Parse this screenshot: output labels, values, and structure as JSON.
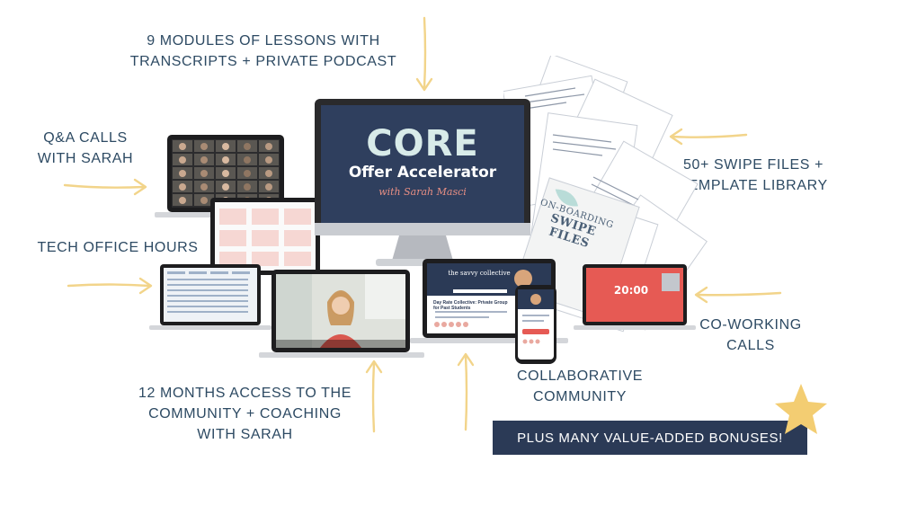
{
  "labels": {
    "modules": [
      "9 MODULES OF LESSONS WITH",
      "TRANSCRIPTS  + PRIVATE PODCAST"
    ],
    "qa_calls": [
      "Q&A CALLS",
      "WITH SARAH"
    ],
    "tech_hours": "TECH OFFICE HOURS",
    "swipe_files": [
      "50+ SWIPE FILES +",
      "TEMPLATE LIBRARY"
    ],
    "coworking": [
      "CO-WORKING",
      "CALLS"
    ],
    "community_access": [
      "12 MONTHS ACCESS TO THE",
      "COMMUNITY + COACHING",
      "WITH SARAH"
    ],
    "collaborative": [
      "COLLABORATIVE",
      "COMMUNITY"
    ],
    "bonus": "PLUS MANY VALUE-ADDED BONUSES!"
  },
  "monitor": {
    "title": "CORE",
    "subtitle": "Offer Accelerator",
    "signature": "with Sarah Masci"
  },
  "swipe_doc": {
    "line1": "ON-BOARDING",
    "line2": "SWIPE FILES"
  },
  "timer": "20:00",
  "community_screen": {
    "brand": "the savvy collective",
    "group_title": "Day Rate Collective: Private Group for Past Students"
  },
  "colors": {
    "text": "#2d4a63",
    "navy": "#2b3a56",
    "arrow": "#f2d48a",
    "star": "#f3cd72",
    "coral": "#e65a54"
  }
}
